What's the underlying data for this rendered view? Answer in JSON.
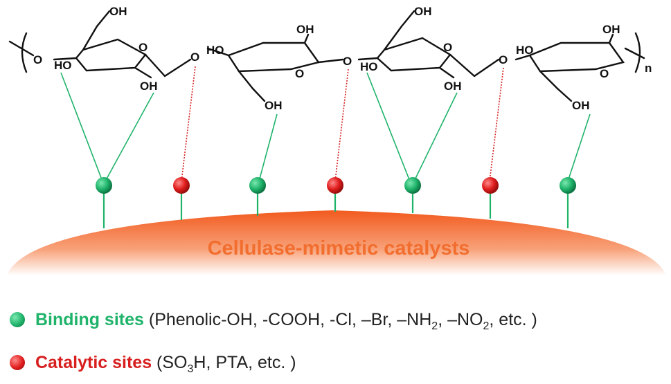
{
  "colors": {
    "binding": "#1fb36a",
    "catalytic": "#d81e1e",
    "surface": "#f36a2e",
    "surface_label": "#f26e2f",
    "bond": "#111111"
  },
  "polymer": {
    "end_mark": "n",
    "oh_label": "OH",
    "ho_label": "HO",
    "ring_o": "O",
    "bridge_o": "O"
  },
  "surface": {
    "label": "Cellulase-mimetic catalysts"
  },
  "sites": [
    {
      "type": "binding"
    },
    {
      "type": "catalytic"
    },
    {
      "type": "binding"
    },
    {
      "type": "catalytic"
    },
    {
      "type": "binding"
    },
    {
      "type": "catalytic"
    },
    {
      "type": "binding"
    }
  ],
  "legend": {
    "binding": {
      "title": "Binding sites",
      "detail_prefix": "(Phenolic-OH, -COOH, -Cl, –Br, –NH",
      "sub1": "2",
      "mid": ",  –NO",
      "sub2": "2",
      "detail_suffix": ", etc. )"
    },
    "catalytic": {
      "title": "Catalytic sites",
      "prefix": "(SO",
      "sub": "3",
      "suffix": "H, PTA, etc. )"
    }
  }
}
